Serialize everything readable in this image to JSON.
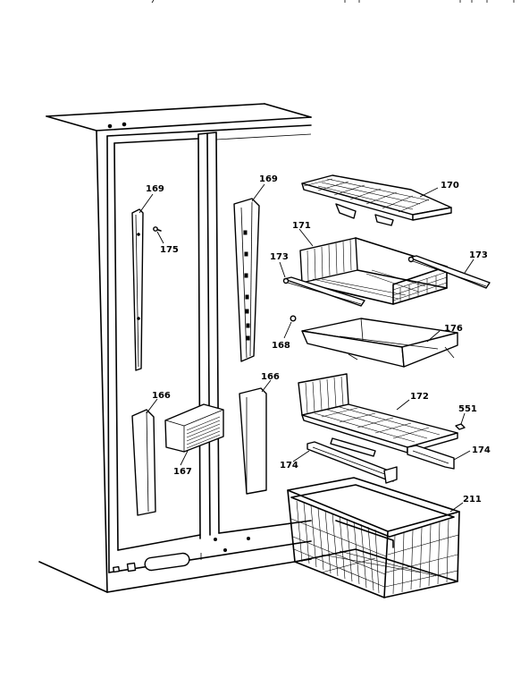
{
  "parts": {
    "p169a": "169",
    "p169b": "169",
    "p175": "175",
    "p170": "170",
    "p171": "171",
    "p173a": "173",
    "p173b": "173",
    "p168": "168",
    "p176": "176",
    "p166a": "166",
    "p166b": "166",
    "p167": "167",
    "p172": "172",
    "p551": "551",
    "p174a": "174",
    "p174b": "174",
    "p211": "211"
  }
}
